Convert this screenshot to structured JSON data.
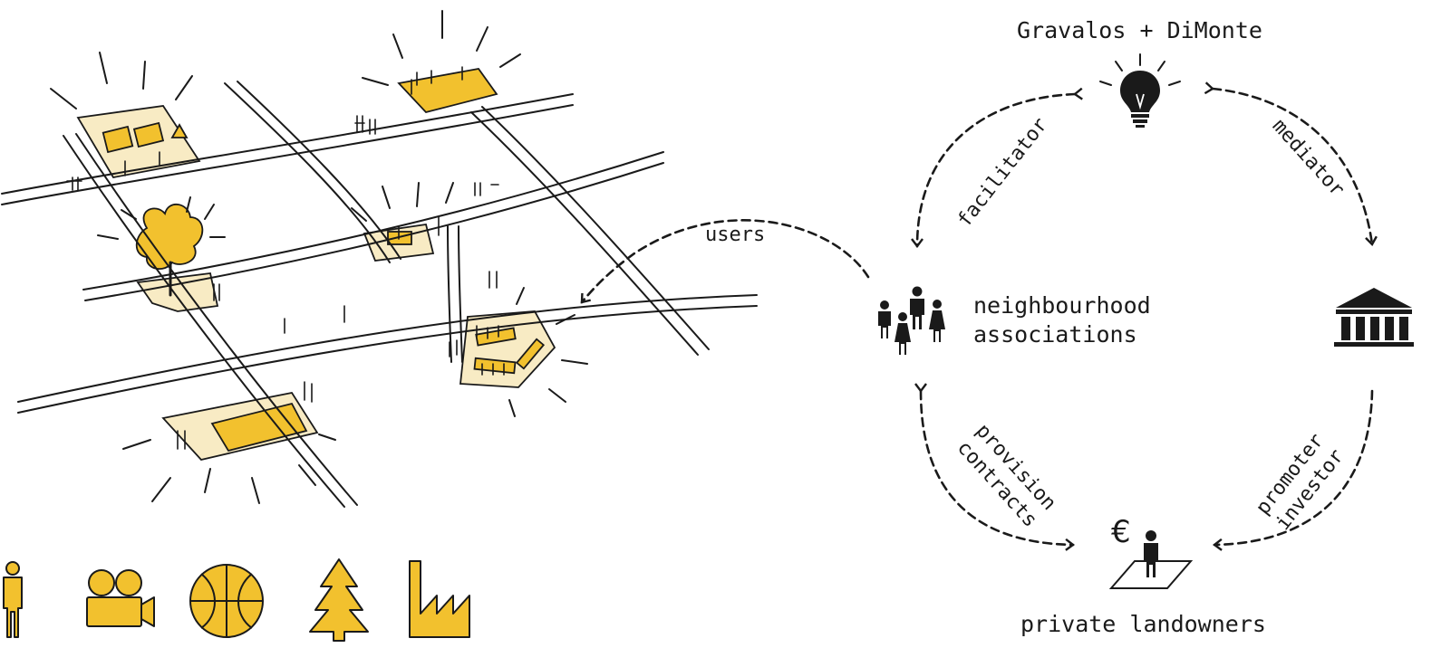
{
  "diagram": {
    "title": "Gravalos + DiMonte",
    "nodes": {
      "associations": "neighbourhood\nassociations",
      "landowners": "private landowners"
    },
    "edges": {
      "users": "users",
      "facilitator": "facilitator",
      "mediator": "mediator",
      "provision_contracts": "provision\ncontracts",
      "promoter_investor": "promoter\ninvestor"
    },
    "currency_symbol": "€"
  },
  "colors": {
    "accent_yellow": "#F2C12E",
    "pale_yellow": "#F8EBC4",
    "ink": "#1a1a1a"
  },
  "legend_icons": [
    "person-icon",
    "movie-camera-icon",
    "basketball-icon",
    "tree-icon",
    "factory-icon"
  ]
}
